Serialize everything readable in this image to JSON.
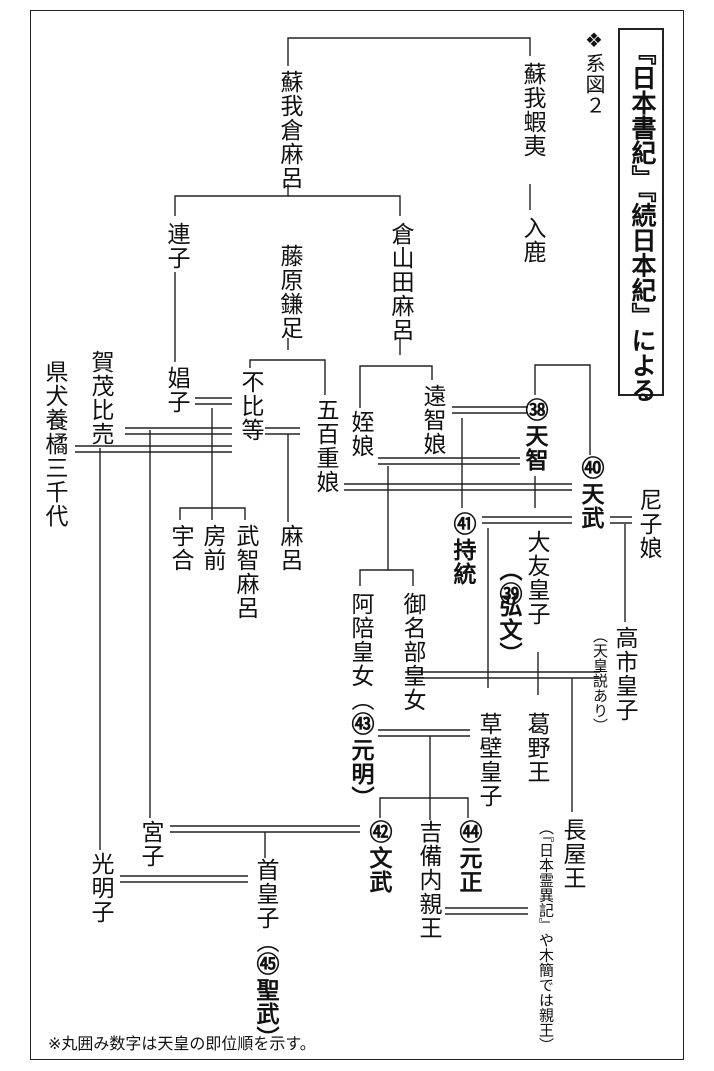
{
  "title": "『日本書紀』『続日本紀』による",
  "figure_label": "❖系図２",
  "footnote": "※丸囲み数字は天皇の即位順を示す。",
  "people": {
    "soga_emishi": "蘇我蝦夷",
    "iruka": "入鹿",
    "soga_kuramaro": "蘇我倉麻呂",
    "murajiko": "連子",
    "kurayamada": "倉山田麻呂",
    "fujiwara_kamatari": "藤原鎌足",
    "musumeko": "娼子",
    "fuhito": "不比等",
    "iokinu": "五百重娘",
    "ochi": "遠智娘",
    "mei": "姪娘",
    "kamo_hime": "賀茂比売",
    "agata": "県犬養橘三千代",
    "tenji_num": "㊳",
    "tenji": "天智",
    "tenmu_num": "㊵",
    "tenmu": "天武",
    "jito_num": "㊶",
    "jito": "持統",
    "umakai": "宇合",
    "fusasaki": "房前",
    "muchimaro": "武智麻呂",
    "maro": "麻呂",
    "amako": "尼子娘",
    "otomo": "大友皇子",
    "kobun_num": "（㊴",
    "kobun": "弘文）",
    "takechi": "高市皇子",
    "takechi_note": "（天皇説あり）",
    "abe": "阿陪皇女（",
    "genmei_num": "㊸",
    "genmei": "元明）",
    "minabe": "御名部皇女",
    "kusakabe": "草壁皇子",
    "kadono": "葛野王",
    "nagaya": "長屋王",
    "nagaya_note": "（『日本霊異記』や木簡では親王）",
    "miyako": "宮子",
    "monmu_num": "㊷",
    "monmu": "文武",
    "gensho_num": "㊹",
    "gensho": "元正",
    "kibi": "吉備内親王",
    "komyo": "光明子",
    "obito": "首皇子（",
    "shomu_num": "㊺",
    "shomu": "聖武）"
  }
}
